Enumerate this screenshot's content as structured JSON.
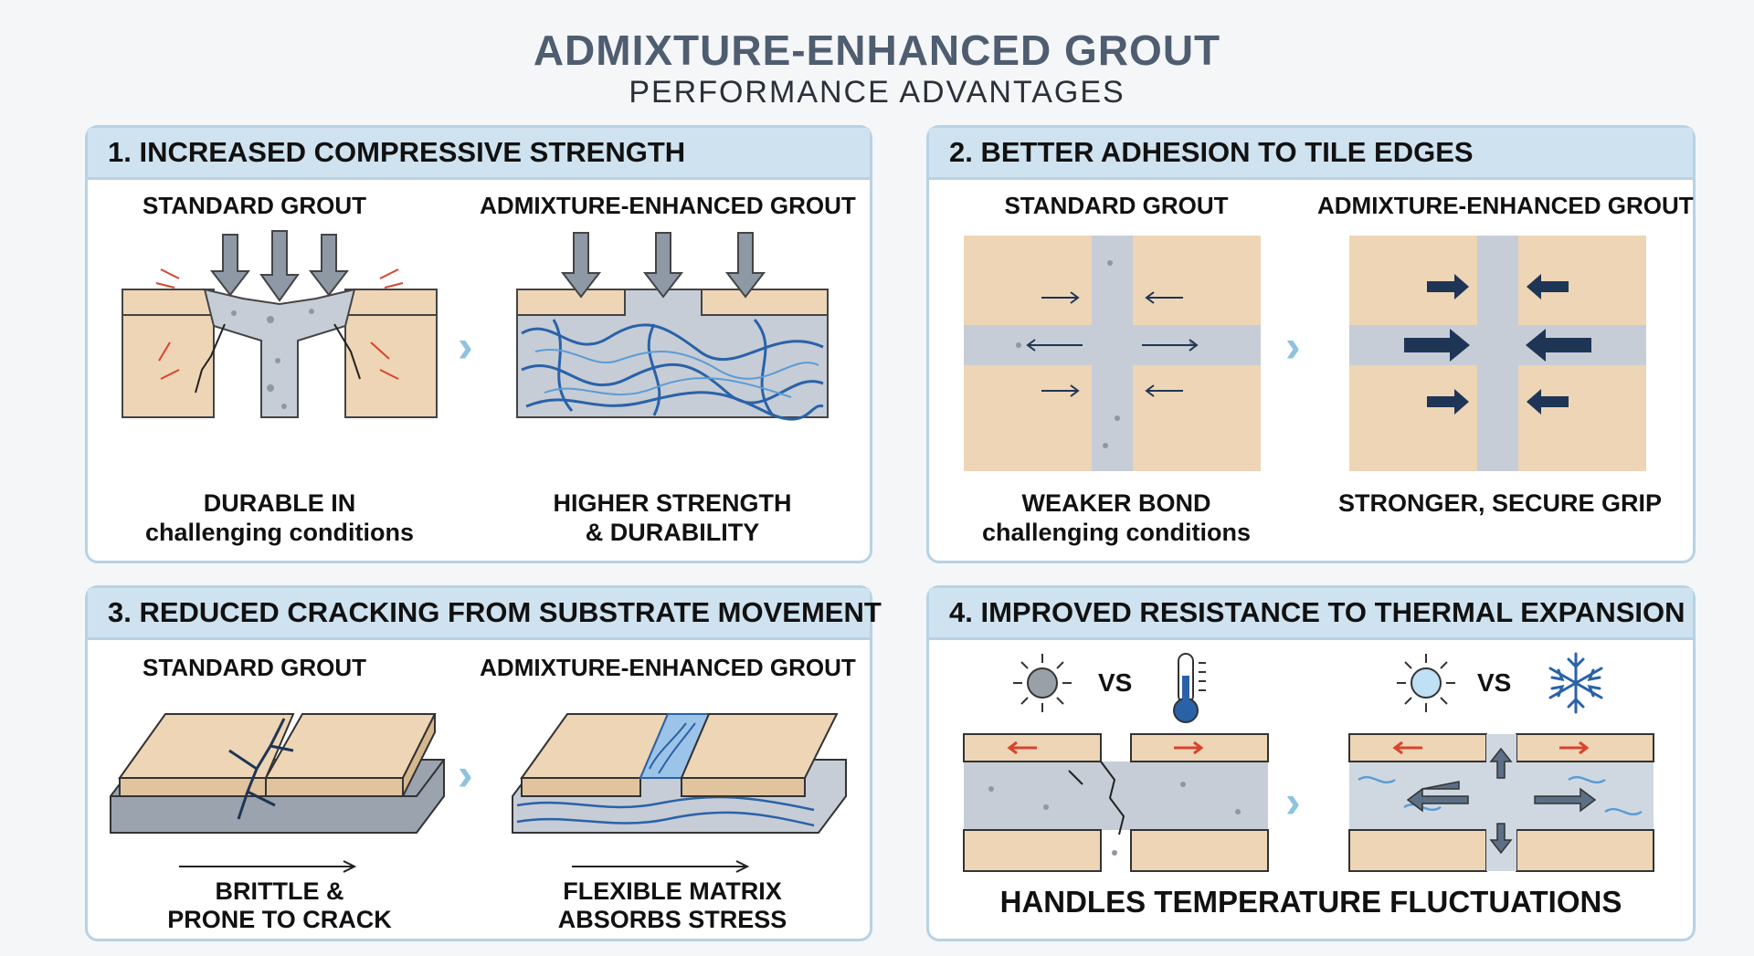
{
  "title": "ADMIXTURE-ENHANCED GROUT",
  "subtitle": "PERFORMANCE ADVANTAGES",
  "panels": [
    {
      "heading": "1. INCREASED COMPRESSIVE STRENGTH",
      "left_label": "STANDARD GROUT",
      "right_label": "ADMIXTURE-ENHANCED GROUT",
      "left_caption_1": "DURABLE IN",
      "left_caption_2": "challenging conditions",
      "right_caption_1": "HIGHER STRENGTH",
      "right_caption_2": "& DURABILITY"
    },
    {
      "heading": "2. BETTER ADHESION TO TILE EDGES",
      "left_label": "STANDARD GROUT",
      "right_label": "ADMIXTURE-ENHANCED GROUT",
      "left_caption_1": "WEAKER BOND",
      "left_caption_2": "challenging conditions",
      "right_caption_1": "STRONGER, SECURE GRIP"
    },
    {
      "heading": "3. REDUCED CRACKING FROM SUBSTRATE MOVEMENT",
      "left_label": "STANDARD GROUT",
      "right_label": "ADMIXTURE-ENHANCED GROUT",
      "left_caption_1": "BRITTLE &",
      "left_caption_2": "PRONE TO CRACK",
      "right_caption_1": "FLEXIBLE MATRIX",
      "right_caption_2": "ABSORBS STRESS"
    },
    {
      "heading": "4. IMPROVED RESISTANCE TO THERMAL EXPANSION",
      "vs_label": "VS",
      "caption": "HANDLES TEMPERATURE FLUCTUATIONS"
    }
  ],
  "separator_glyph": "›",
  "colors": {
    "tile": "#edd5b5",
    "grout": "#c6cdd6",
    "fiber": "#2a62a8",
    "header": "#cfe2ef",
    "arrow_red": "#d9442e",
    "arrow_navy": "#1f3556"
  }
}
